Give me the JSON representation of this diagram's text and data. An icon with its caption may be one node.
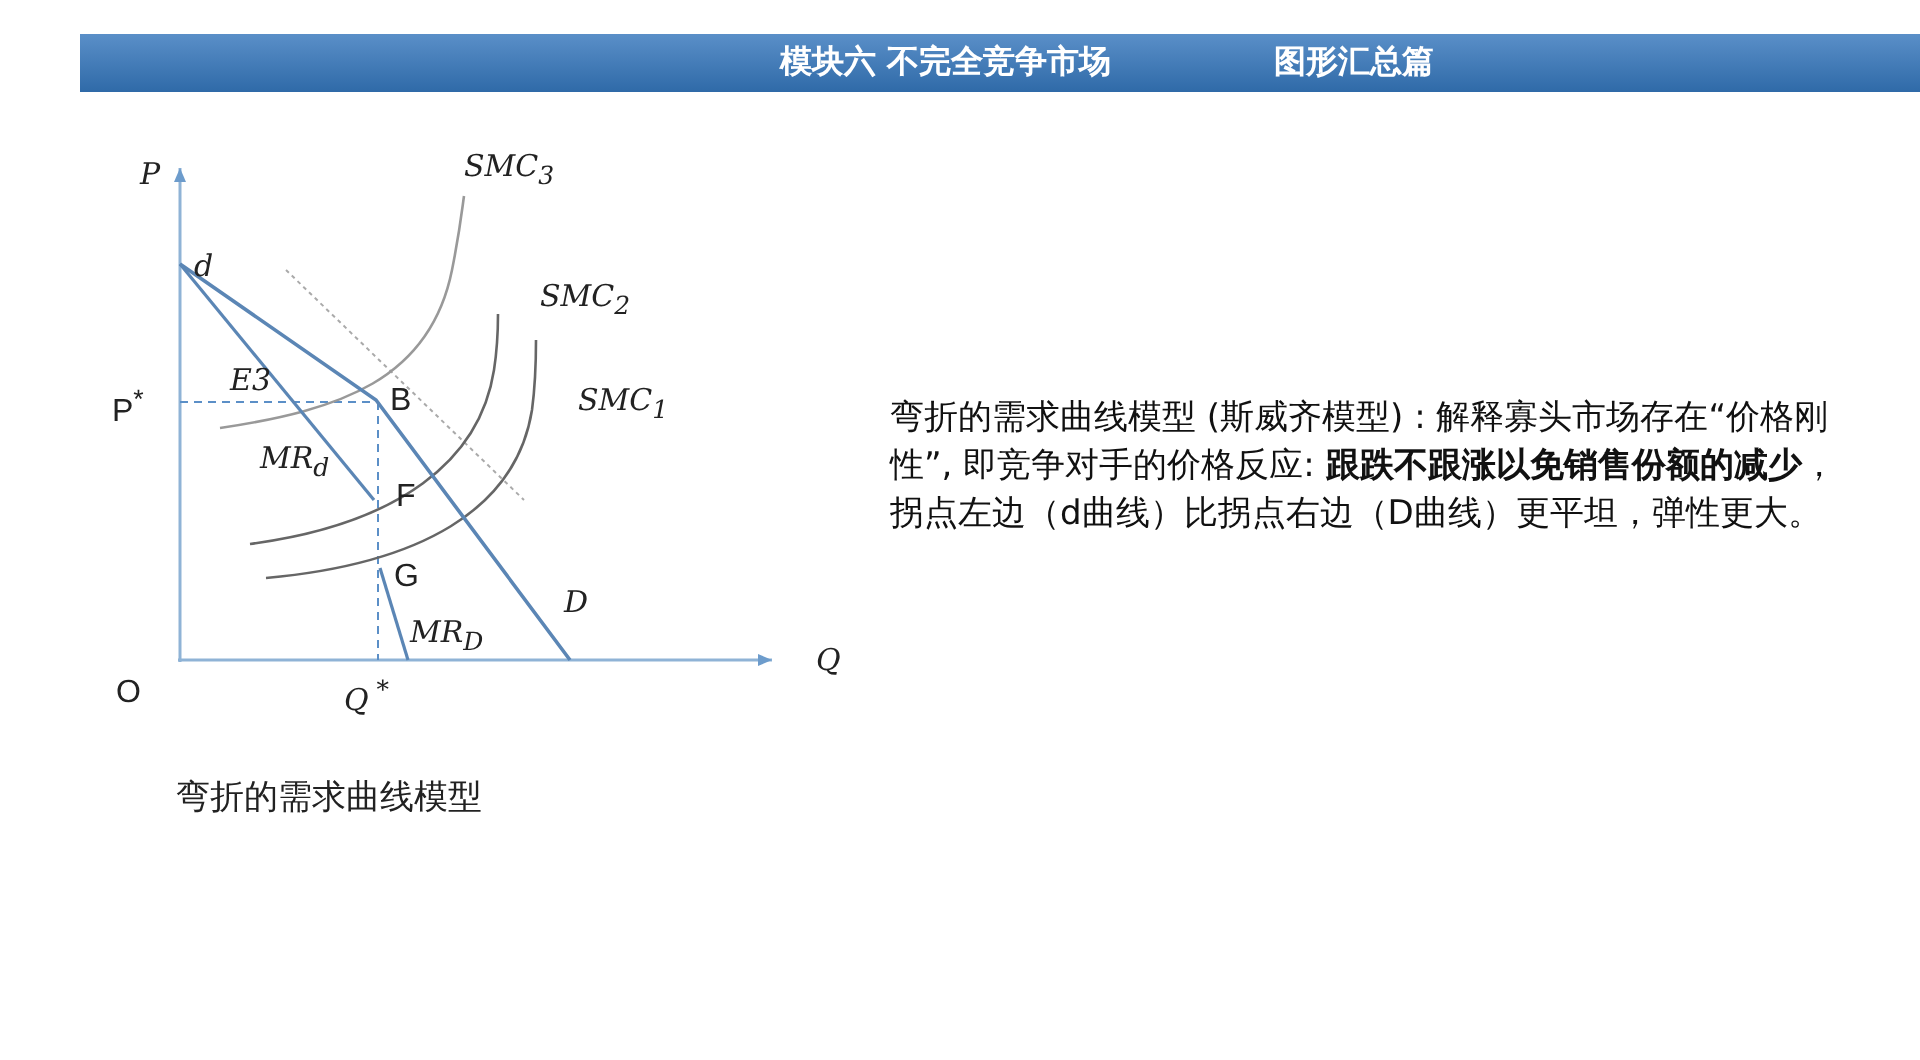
{
  "diagram": {
    "title": "模块六  不完全竞争市场",
    "caption": "弯折的需求曲线模型",
    "labels": [
      "图形汇总篇",
      "P",
      "SMC$_{3}$",
      "d",
      "SMC$_{2}$",
      "P$^{*}$",
      "E3",
      "B",
      "SMC$_{1}$",
      "MR$_{d}$",
      "F",
      "G",
      "D",
      "MR$_{D}$",
      "O",
      "Q$^{ *}$",
      "Q",
      "弯折的需求曲线模型 (斯威齐模型) : 解释寡头市场存在“价格刚性”, 即竞争对手的价格反应: **跟跌不跟涨以免销售份额的减少**，拐点左边（d曲线）比拐点右边（D曲线）更平坦，弹性更大。"
    ]
  }
}
